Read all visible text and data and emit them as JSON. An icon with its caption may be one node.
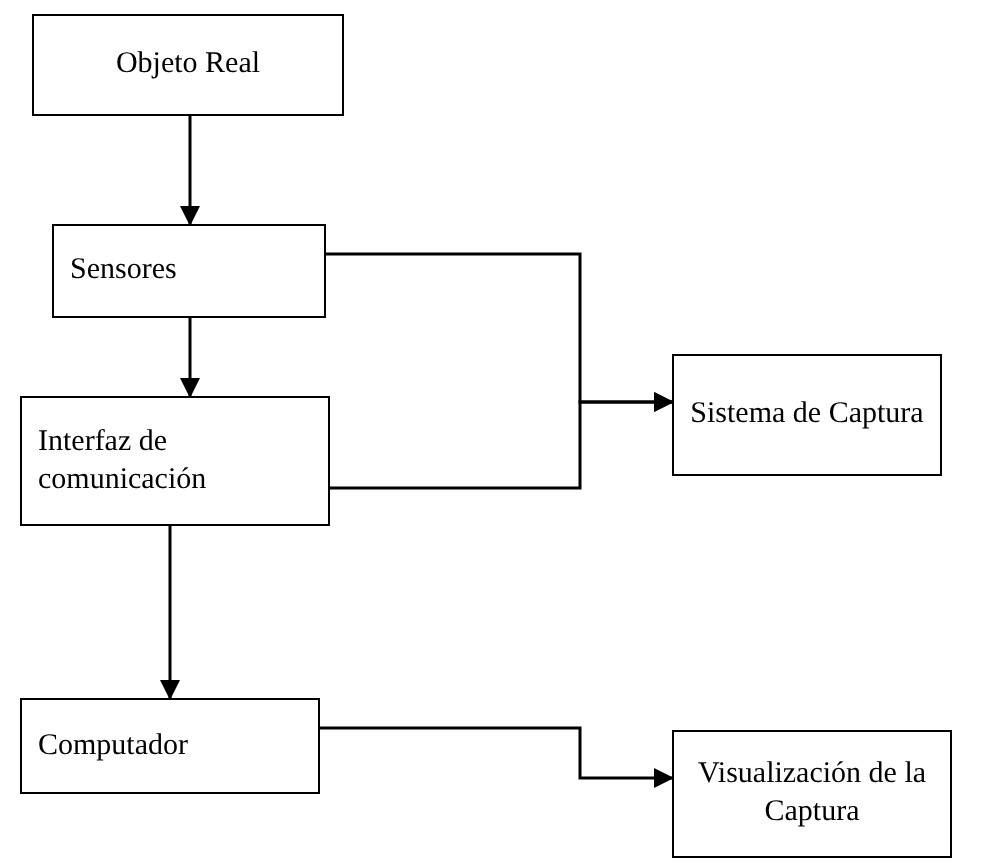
{
  "diagram": {
    "nodes": [
      {
        "text": [
          "Objeto Real"
        ]
      },
      {
        "text": [
          "Sensores"
        ]
      },
      {
        "text": [
          "Interfaz de comunicación"
        ]
      },
      {
        "text": [
          "Sistema de Captura"
        ]
      },
      {
        "text": [
          "Computador"
        ]
      },
      {
        "text": [
          "Visualización de la Captura"
        ]
      }
    ],
    "edges": [
      {
        "from": 0,
        "to": 1,
        "arrow": "to"
      },
      {
        "from": 1,
        "to": 2,
        "arrow": "to"
      },
      {
        "from": 1,
        "to": 3,
        "arrow": "to"
      },
      {
        "from": 2,
        "to": 3,
        "arrow": "to"
      },
      {
        "from": 2,
        "to": 4,
        "arrow": "to"
      },
      {
        "from": 4,
        "to": 5,
        "arrow": "to"
      }
    ]
  }
}
